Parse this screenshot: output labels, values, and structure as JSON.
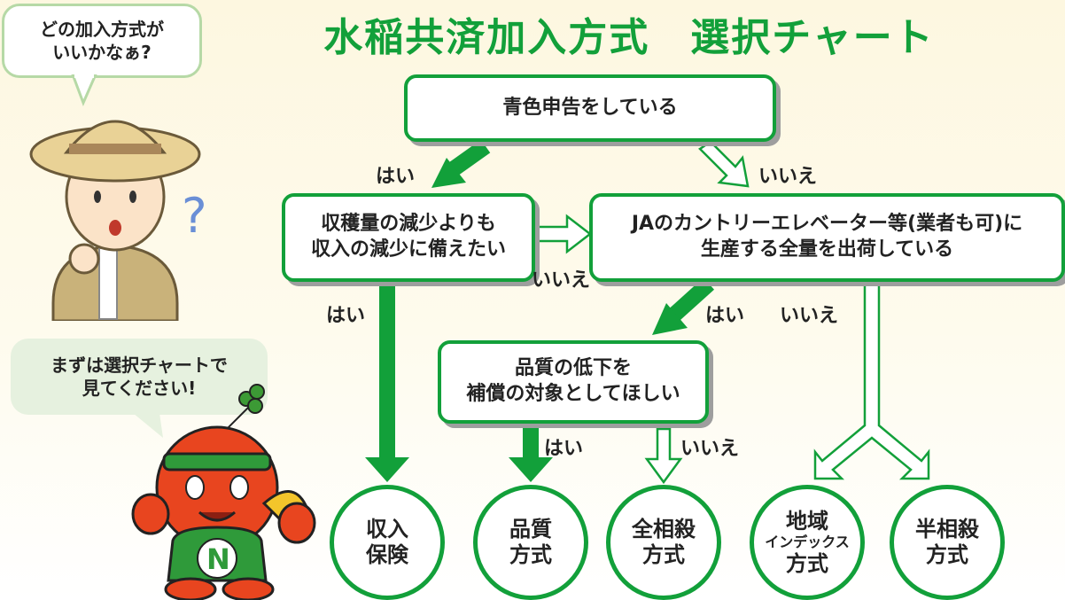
{
  "title": "水稲共済加入方式　選択チャート",
  "speech": {
    "farmer": [
      "どの加入方式が",
      "いいかなぁ?"
    ],
    "mascot": [
      "まずは選択チャートで",
      "見てください!"
    ]
  },
  "questions": {
    "q1": [
      "青色申告をしている"
    ],
    "q2": [
      "収穫量の減少よりも",
      "収入の減少に備えたい"
    ],
    "q3": [
      "JAのカントリーエレベーター等(業者も可)に",
      "生産する全量を出荷している"
    ],
    "q4": [
      "品質の低下を",
      "補償の対象としてほしい"
    ]
  },
  "labels": {
    "q1_yes": "はい",
    "q1_no": "いいえ",
    "q2_no": "いいえ",
    "q2_yes": "はい",
    "q3_yes": "はい",
    "q3_no": "いいえ",
    "q4_yes": "はい",
    "q4_no": "いいえ"
  },
  "outcomes": {
    "income": [
      "収入",
      "保険"
    ],
    "quality": [
      "品質",
      "方式"
    ],
    "full_offset": [
      "全相殺",
      "方式"
    ],
    "regional": [
      "地域",
      "インデックス",
      "方式"
    ],
    "half_offset": [
      "半相殺",
      "方式"
    ]
  },
  "colors": {
    "green": "#12a03a",
    "shadow": "#9e9e9e"
  },
  "mascot_letter": "N"
}
